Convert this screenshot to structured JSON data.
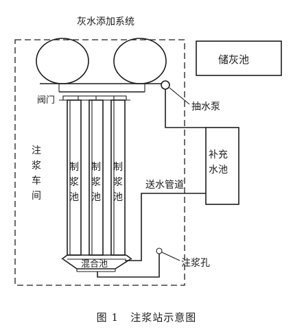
{
  "labels": {
    "ash_water_system": "灰水添加系统",
    "ash_storage": "储灰池",
    "valve": "阀门",
    "pump": "抽水泵",
    "grouting_workshop": [
      "注",
      "浆",
      "车",
      "间"
    ],
    "slurry_tank": [
      "制",
      "浆",
      "池"
    ],
    "make_up_tank_line1": "补充",
    "make_up_tank_line2": "水池",
    "water_pipe": "送水管道",
    "mixing_tank": "混合池",
    "grout_hole": "注浆孔"
  },
  "caption": {
    "fig_no": "图 1",
    "title": "注浆站示意图"
  }
}
